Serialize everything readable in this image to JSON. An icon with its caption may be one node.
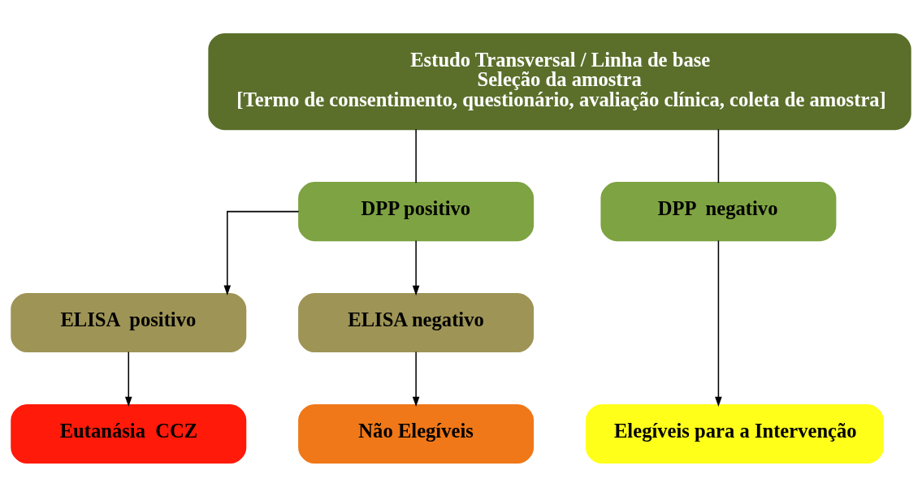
{
  "diagram": {
    "nodes": [
      {
        "text": [
          "Estudo Transversal / Linha de base",
          "Seleção da amostra",
          "[Termo de consentimento, questionário, avaliação clínica, coleta de amostra]"
        ]
      },
      {
        "text": [
          "DPP positivo"
        ]
      },
      {
        "text": [
          "DPP  negativo"
        ]
      },
      {
        "text": [
          "ELISA  positivo"
        ]
      },
      {
        "text": [
          "ELISA negativo"
        ]
      },
      {
        "text": [
          "Eutanásia  CCZ"
        ]
      },
      {
        "text": [
          "Não Elegíveis"
        ]
      },
      {
        "text": [
          "Elegíveis para a Intervenção"
        ]
      }
    ],
    "edges": [
      {
        "from": 0,
        "to": 1,
        "arrow": "none"
      },
      {
        "from": 0,
        "to": 2,
        "arrow": "none"
      },
      {
        "from": 1,
        "to": 3,
        "arrow": "to"
      },
      {
        "from": 1,
        "to": 4,
        "arrow": "to"
      },
      {
        "from": 3,
        "to": 5,
        "arrow": "to"
      },
      {
        "from": 4,
        "to": 6,
        "arrow": "to"
      },
      {
        "from": 2,
        "to": 7,
        "arrow": "to"
      }
    ]
  }
}
